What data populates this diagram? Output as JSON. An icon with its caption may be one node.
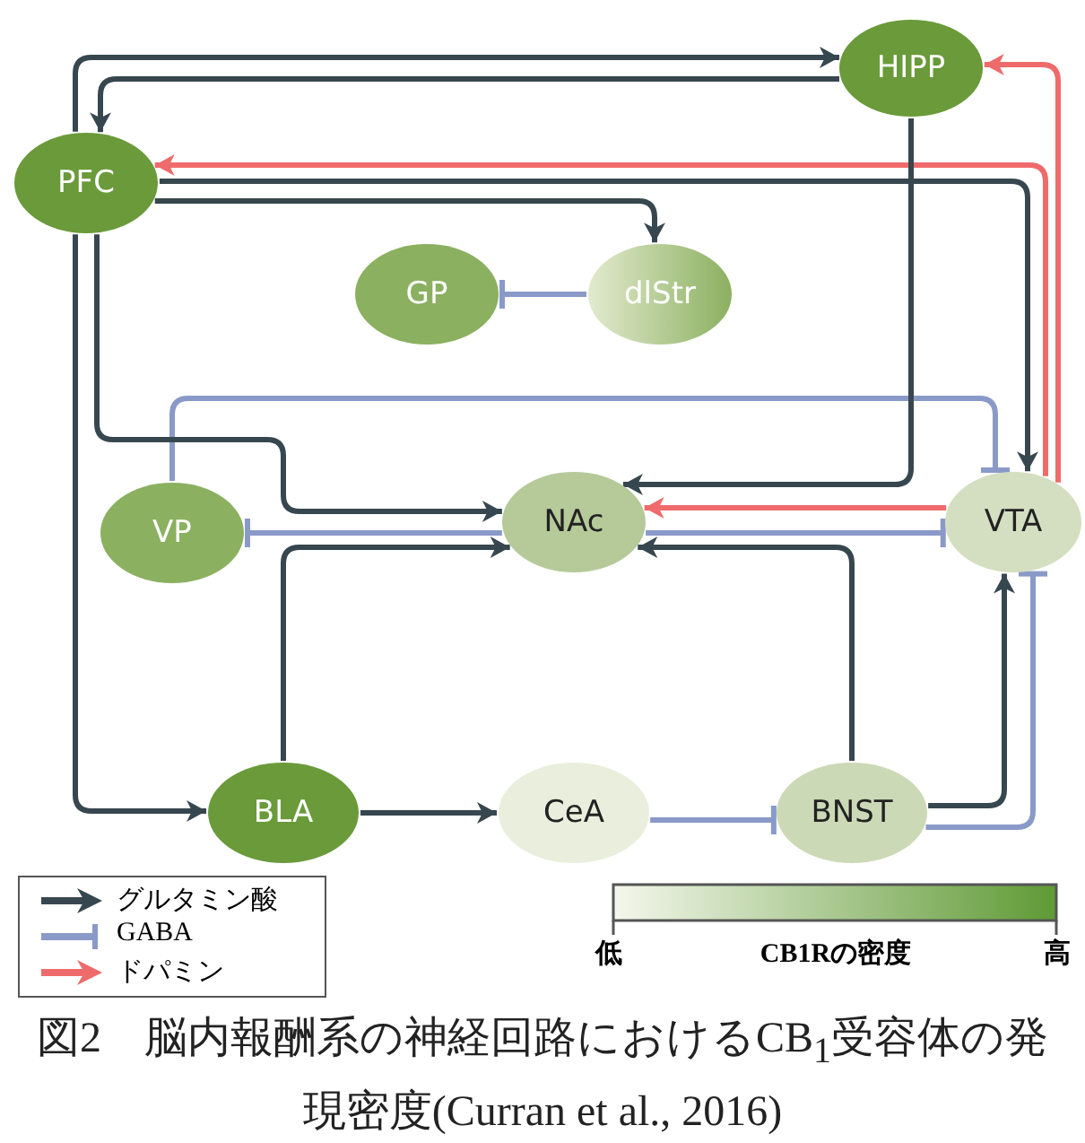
{
  "diagram": {
    "caption": "図2　脳内報酬系の神経回路におけるCB$_{1}$受容体の発現密度(Curran et al., 2016)",
    "nodes": [
      {
        "text": [
          "HIPP"
        ]
      },
      {
        "text": [
          "PFC"
        ]
      },
      {
        "text": [
          "GP"
        ]
      },
      {
        "text": [
          "dlStr"
        ]
      },
      {
        "text": [
          "VP"
        ]
      },
      {
        "text": [
          "NAc"
        ]
      },
      {
        "text": [
          "VTA"
        ]
      },
      {
        "text": [
          "BLA"
        ]
      },
      {
        "text": [
          "CeA"
        ]
      },
      {
        "text": [
          "BNST"
        ]
      }
    ],
    "edges": [
      {
        "from": 1,
        "to": 0,
        "arrow": "to"
      },
      {
        "from": 0,
        "to": 1,
        "arrow": "to"
      },
      {
        "from": 6,
        "to": 0,
        "arrow": "to",
        "color": "#ef6b6b"
      },
      {
        "from": 6,
        "to": 1,
        "arrow": "to",
        "color": "#ef6b6b"
      },
      {
        "from": 1,
        "to": 6,
        "arrow": "to"
      },
      {
        "from": 1,
        "to": 3,
        "arrow": "to"
      },
      {
        "from": 3,
        "to": 2,
        "arrow": "other",
        "color": "#8a9ac8"
      },
      {
        "from": 4,
        "to": 6,
        "arrow": "other",
        "color": "#8a9ac8"
      },
      {
        "from": 1,
        "to": 5,
        "arrow": "to"
      },
      {
        "from": 1,
        "to": 7,
        "arrow": "to"
      },
      {
        "from": 0,
        "to": 5,
        "arrow": "to"
      },
      {
        "from": 6,
        "to": 5,
        "arrow": "to",
        "color": "#ef6b6b"
      },
      {
        "from": 5,
        "to": 4,
        "arrow": "other",
        "color": "#8a9ac8"
      },
      {
        "from": 5,
        "to": 6,
        "arrow": "other",
        "color": "#8a9ac8"
      },
      {
        "from": 7,
        "to": 5,
        "arrow": "to"
      },
      {
        "from": 9,
        "to": 5,
        "arrow": "to"
      },
      {
        "from": 7,
        "to": 8,
        "arrow": "to"
      },
      {
        "from": 8,
        "to": 9,
        "arrow": "other",
        "color": "#8a9ac8"
      },
      {
        "from": 9,
        "to": 6,
        "arrow": "to"
      },
      {
        "from": 9,
        "to": 6,
        "arrow": "other",
        "color": "#8a9ac8"
      }
    ],
    "labels": [
      "低",
      "CB1Rの密度",
      "高"
    ],
    "legend": [
      {
        "text": "グルタミン酸"
      },
      {
        "text": "GABA"
      },
      {
        "text": "ドパミン"
      }
    ]
  }
}
